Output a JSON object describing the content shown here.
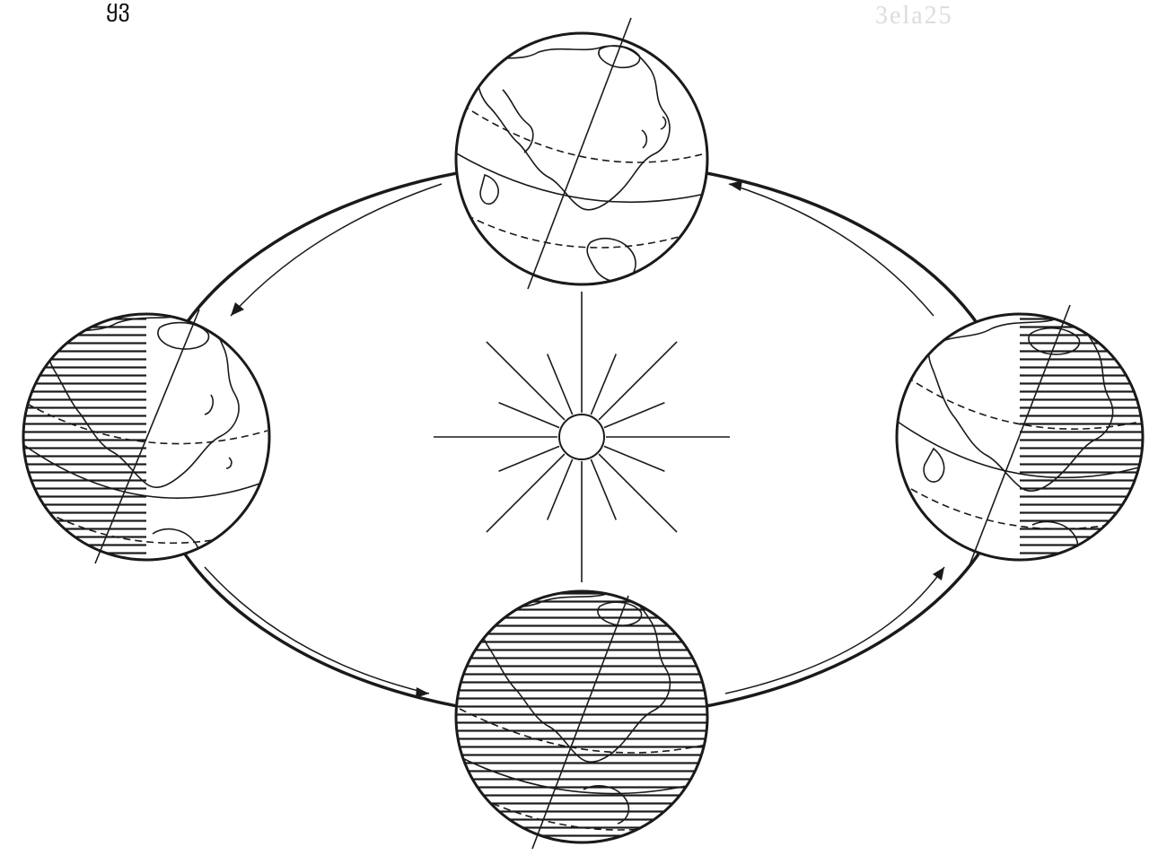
{
  "corner_text": "ყვ",
  "stamp_text": "3ela25",
  "colors": {
    "ink": "#1a1a1a",
    "background": "#ffffff"
  },
  "globes": [
    {
      "id": "top",
      "night_side": "none"
    },
    {
      "id": "left",
      "night_side": "left"
    },
    {
      "id": "right",
      "night_side": "right"
    },
    {
      "id": "bottom",
      "night_side": "full"
    }
  ],
  "icons": [
    "sun-icon",
    "orbit-arrow-icon",
    "globe-icon"
  ]
}
